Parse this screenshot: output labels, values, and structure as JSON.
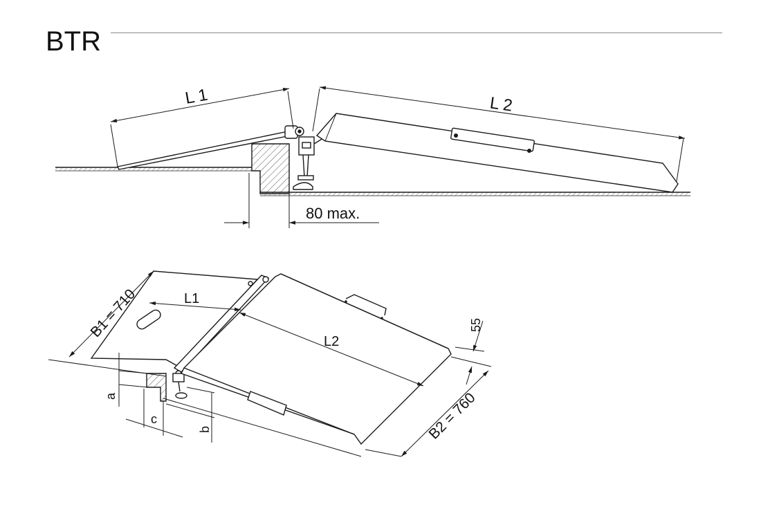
{
  "title": "BTR",
  "colors": {
    "line": "#1a1a1a",
    "hatch": "#555555",
    "rule": "#888888",
    "background": "#ffffff"
  },
  "side_view": {
    "dim_l1": "L 1",
    "dim_l2": "L 2",
    "dim_gap": "80 max."
  },
  "iso_view": {
    "dim_l1": "L1",
    "dim_l2": "L2",
    "dim_b1": "B1 = 710",
    "dim_b2": "B2 = 760",
    "dim_55": "55",
    "dim_a": "a",
    "dim_b": "b",
    "dim_c": "c"
  }
}
